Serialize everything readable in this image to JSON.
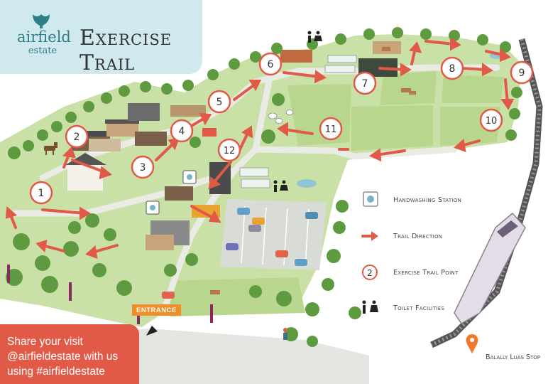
{
  "header": {
    "logo_name": "airfield",
    "logo_sub": "estate",
    "title": "Exercise Trail"
  },
  "legend": {
    "handwashing": "Handwashing Station",
    "trail_direction": "Trail Direction",
    "exercise_point": "Exercise Trail Point",
    "toilets": "Toilet Facilities",
    "sample_point": "2"
  },
  "share": {
    "line1": "Share your visit",
    "line2": "@airfieldestate with us",
    "line3": "using #airfieldestate"
  },
  "map": {
    "entrance": "ENTRANCE",
    "luas_stop": "Balally Luas Stop",
    "points": [
      "1",
      "2",
      "3",
      "4",
      "5",
      "6",
      "7",
      "8",
      "9",
      "10",
      "11",
      "12"
    ]
  },
  "colors": {
    "header_bg": "#cfe9ee",
    "brand": "#2e7f86",
    "accent": "#e05a47",
    "grass": "#c9e0a6",
    "field": "#b9d68e",
    "path": "#e9ebe4",
    "tree": "#5e9a3f",
    "entrance": "#ee8f2a"
  }
}
